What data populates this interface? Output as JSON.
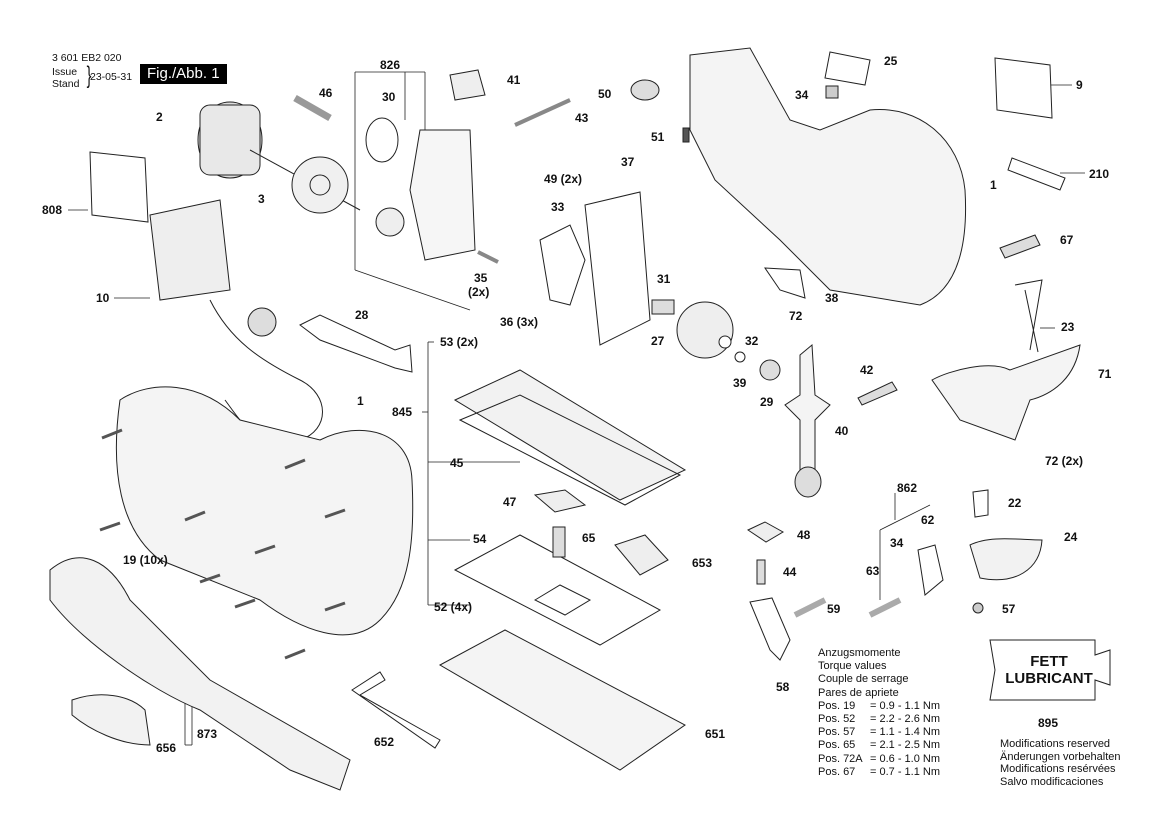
{
  "header": {
    "doc_number": "3 601 EB2 020",
    "issue_label_1": "Issue",
    "issue_label_2": "Stand",
    "issue_date": "23-05-31",
    "figure": "Fig./Abb. 1"
  },
  "part_labels": {
    "p826": "826",
    "p46": "46",
    "p30": "30",
    "p41": "41",
    "p2": "2",
    "p3": "3",
    "p43": "43",
    "p50": "50",
    "p25": "25",
    "p9": "9",
    "p34a": "34",
    "p808": "808",
    "p51": "51",
    "p49": "49 (2x)",
    "p37": "37",
    "p1a": "1",
    "p210": "210",
    "p33": "33",
    "p67": "67",
    "p10": "10",
    "p35": "35",
    "p35x": "(2x)",
    "p36": "36 (3x)",
    "p31": "31",
    "p38": "38",
    "p72": "72",
    "p28": "28",
    "p53": "53 (2x)",
    "p27": "27",
    "p32": "32",
    "p23": "23",
    "p42": "42",
    "p71": "71",
    "p39": "39",
    "p29": "29",
    "p1b": "1",
    "p845": "845",
    "p40": "40",
    "p72b": "72 (2x)",
    "p45": "45",
    "p862": "862",
    "p47": "47",
    "p22": "22",
    "p62": "62",
    "p48": "48",
    "p24": "24",
    "p19": "19 (10x)",
    "p54": "54",
    "p65": "65",
    "p34b": "34",
    "p653": "653",
    "p63": "63",
    "p44": "44",
    "p52": "52 (4x)",
    "p59": "59",
    "p57": "57",
    "p58": "58",
    "p895": "895",
    "p652": "652",
    "p656": "656",
    "p873": "873",
    "p651": "651"
  },
  "torque": {
    "title_de": "Anzugsmomente",
    "title_en": "Torque values",
    "title_fr": "Couple de serrage",
    "title_es": "Pares de apriete",
    "rows": [
      {
        "pos": "Pos. 19",
        "value": "= 0.9 - 1.1 Nm"
      },
      {
        "pos": "Pos. 52",
        "value": "= 2.2 - 2.6 Nm"
      },
      {
        "pos": "Pos. 57",
        "value": "= 1.1 - 1.4 Nm"
      },
      {
        "pos": "Pos. 65",
        "value": "= 2.1 - 2.5 Nm"
      },
      {
        "pos": "Pos. 72A",
        "value": "= 0.6 - 1.0 Nm"
      },
      {
        "pos": "Pos. 67",
        "value": "= 0.7 - 1.1 Nm"
      }
    ]
  },
  "lubricant": {
    "line1": "FETT",
    "line2": "LUBRICANT"
  },
  "modifications": {
    "en": "Modifications reserved",
    "de": "Änderungen vorbehalten",
    "fr": "Modifications resérvées",
    "es": "Salvo modificaciones"
  }
}
